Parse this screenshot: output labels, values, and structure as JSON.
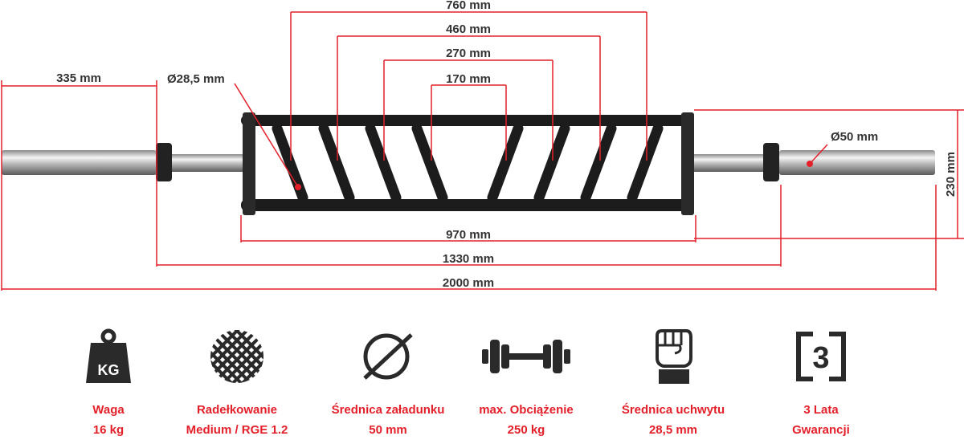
{
  "colors": {
    "accent": "#e3202a",
    "frame": "#1c1c1c",
    "icon": "#2a2a2a"
  },
  "dimensions": {
    "d760": "760 mm",
    "d460": "460 mm",
    "d270": "270 mm",
    "d170": "170 mm",
    "d335": "335 mm",
    "grip_diameter": "Ø28,5 mm",
    "sleeve_diameter": "Ø50 mm",
    "height": "230 mm",
    "d970": "970 mm",
    "d1330": "1330 mm",
    "d2000": "2000 mm"
  },
  "features": [
    {
      "icon": "weight-kg-icon",
      "icon_text": "KG",
      "line1": "Waga",
      "line2": "16 kg"
    },
    {
      "icon": "knurling-icon",
      "line1": "Radełkowanie",
      "line2": "Medium / RGE 1.2"
    },
    {
      "icon": "diameter-icon",
      "line1": "Średnica załadunku",
      "line2": "50 mm"
    },
    {
      "icon": "dumbbell-icon",
      "line1": "max. Obciążenie",
      "line2": "250 kg"
    },
    {
      "icon": "fist-icon",
      "line1": "Średnica uchwytu",
      "line2": "28,5 mm"
    },
    {
      "icon": "warranty-3-icon",
      "icon_text": "3",
      "line1": "3 Lata",
      "line2": "Gwarancji"
    }
  ]
}
